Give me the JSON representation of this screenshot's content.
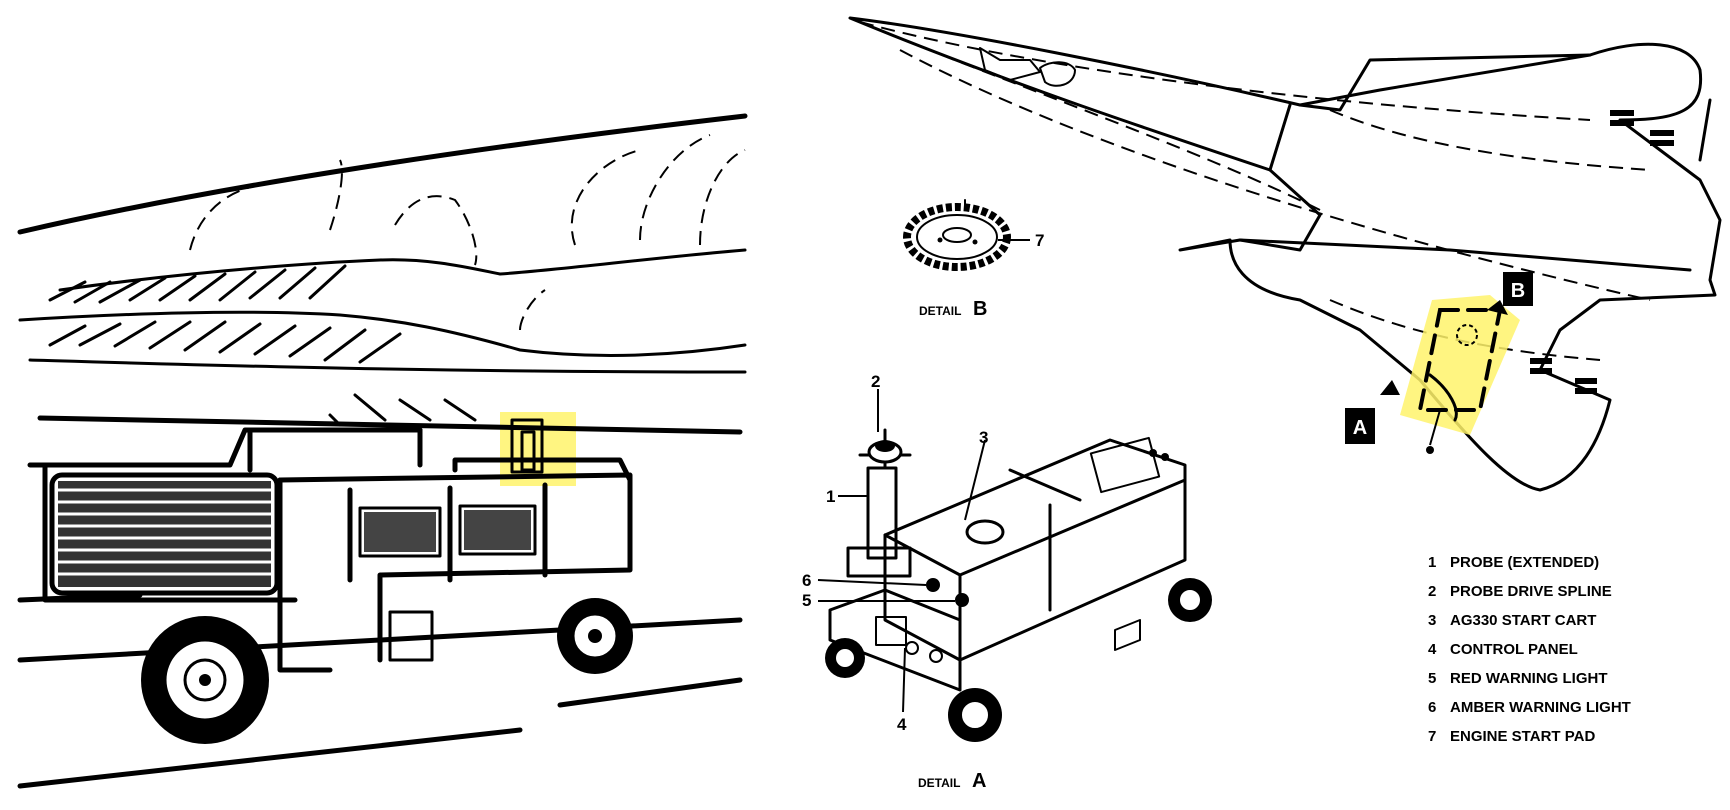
{
  "detail_b": {
    "word": "DETAIL",
    "letter": "B"
  },
  "detail_a": {
    "word": "DETAIL",
    "letter": "A"
  },
  "view_markers": {
    "a": "A",
    "b": "B"
  },
  "callouts": [
    "1",
    "2",
    "3",
    "4",
    "5",
    "6",
    "7"
  ],
  "legend": [
    {
      "num": "1",
      "text": "PROBE (EXTENDED)"
    },
    {
      "num": "2",
      "text": "PROBE DRIVE SPLINE"
    },
    {
      "num": "3",
      "text": "AG330 START CART"
    },
    {
      "num": "4",
      "text": "CONTROL PANEL"
    },
    {
      "num": "5",
      "text": "RED WARNING LIGHT"
    },
    {
      "num": "6",
      "text": "AMBER WARNING LIGHT"
    },
    {
      "num": "7",
      "text": "ENGINE START PAD"
    }
  ],
  "colors": {
    "highlight": "#fff36b",
    "ink": "#000000",
    "background": "#ffffff"
  }
}
